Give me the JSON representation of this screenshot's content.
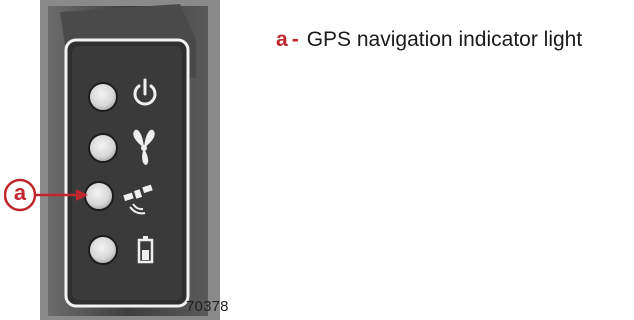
{
  "legend": {
    "key": "a",
    "dash": "-",
    "text": "GPS navigation indicator light"
  },
  "callout": {
    "letter": "a"
  },
  "figure_number": "70378",
  "icons": [
    "power-icon",
    "propeller-icon",
    "gps-satellite-icon",
    "battery-icon"
  ],
  "colors": {
    "callout_red": "#c0262d",
    "panel": "#3b3b3b",
    "led": "#d9d9d9"
  }
}
